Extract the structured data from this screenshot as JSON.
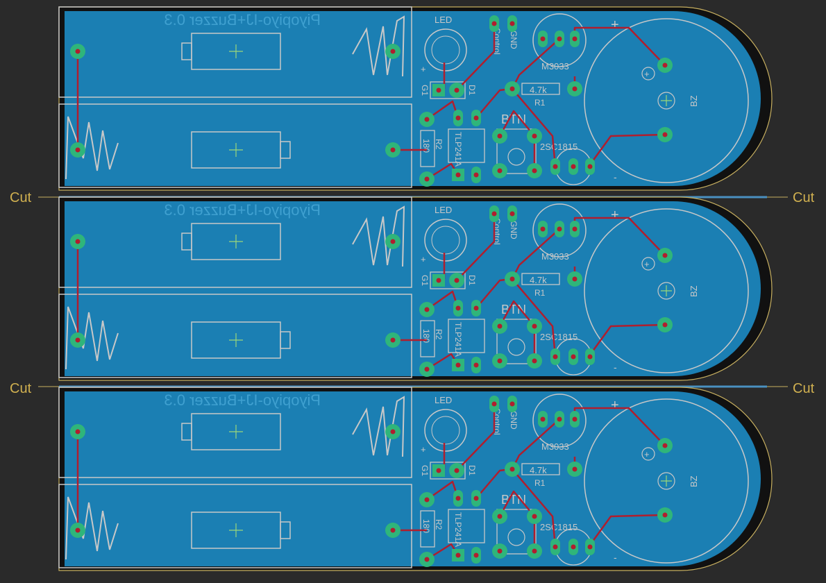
{
  "title": "Piyopiyo-IJ+Buzzer 0.3",
  "cut_label": "Cut",
  "panel_count": 3,
  "labels": {
    "led": "LED",
    "control": "Control",
    "gnd": "GND",
    "regulator": "M3033",
    "resistor_r1_value": "4.7k",
    "resistor_r1": "R1",
    "resistor_r2_value": "180",
    "resistor_r2": "R2",
    "button": "BTN",
    "transistor": "2SC1815",
    "buzzer": "BZ",
    "optocoupler": "TLP241A",
    "g1": "G1",
    "plus": "+",
    "minus": "-",
    "d1": "D1"
  },
  "colors": {
    "background": "#2a2a2a",
    "board_fill": "#1b7fb3",
    "copper_trace": "#b01e2e",
    "pad": "#2fb57a",
    "silkscreen": "#c8c8c8",
    "outline": "#c8b060",
    "cut_line": "#4a90c0",
    "label_text": "#d0b050"
  }
}
